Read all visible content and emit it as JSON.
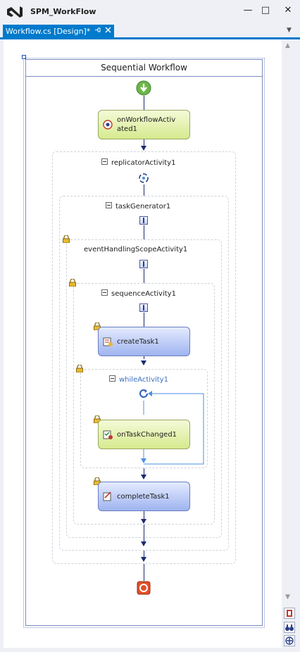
{
  "window": {
    "title": "SPM_WorkFlow",
    "controls": {
      "minimize": "—",
      "maximize": "□",
      "close": "✕"
    }
  },
  "tab": {
    "label": "Workflow.cs [Design]*",
    "pin_icon": "pin-icon",
    "close_icon": "close-icon"
  },
  "designer": {
    "root_title": "Sequential Workflow",
    "activities": {
      "on_workflow_activated": "onWorkflowActivated1",
      "replicator": "replicatorActivity1",
      "task_generator": "taskGenerator1",
      "event_scope": "eventHandlingScopeActivity1",
      "sequence": "sequenceActivity1",
      "create_task": "createTask1",
      "while": "whileActivity1",
      "on_task_changed": "onTaskChanged1",
      "complete_task": "completeTask1"
    }
  },
  "colors": {
    "accent": "#007acc",
    "code_activity_green": "#d6ea8e",
    "task_activity_blue": "#9fb4f0",
    "connector": "#1a2a70",
    "loop_line": "#4a90e0"
  }
}
